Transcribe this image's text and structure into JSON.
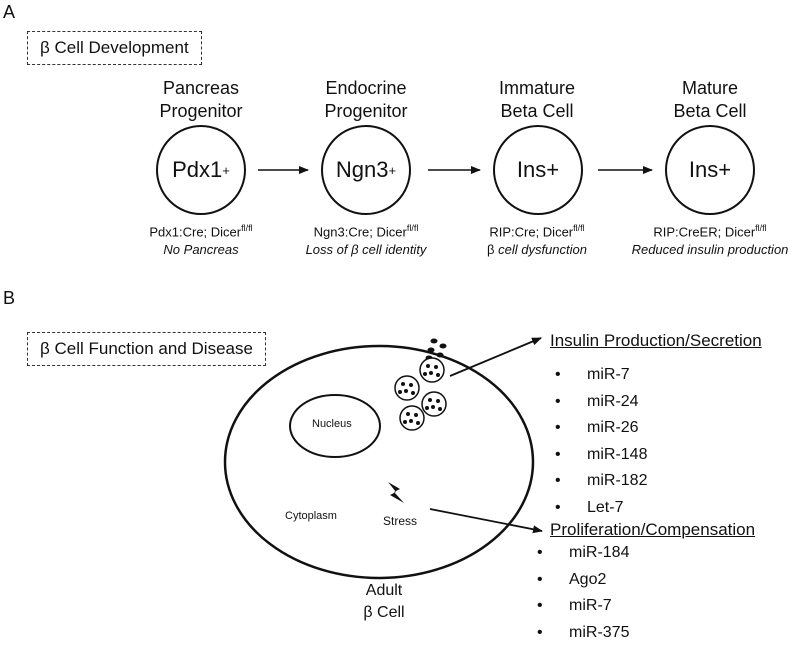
{
  "panel_a": {
    "letter": "A",
    "box_title": "β Cell Development",
    "stages": [
      {
        "title_line1": "Pancreas",
        "title_line2": "Progenitor",
        "marker": "Pdx1",
        "marker_sup": "+",
        "caption_main": "Pdx1:Cre; Dicer",
        "caption_sup": "fl/fl",
        "caption_effect": "No Pancreas",
        "effect_italic": true
      },
      {
        "title_line1": "Endocrine",
        "title_line2": "Progenitor",
        "marker": "Ngn3",
        "marker_sup": "+",
        "caption_main": "Ngn3:Cre; Dicer",
        "caption_sup": "fl/fl",
        "caption_effect": "Loss of β cell identity",
        "effect_italic": true
      },
      {
        "title_line1": "Immature",
        "title_line2": "Beta Cell",
        "marker": "Ins+",
        "marker_sup": "",
        "caption_main": "RIP:Cre; Dicer",
        "caption_sup": "fl/fl",
        "caption_effect_prefix": "β ",
        "caption_effect": "cell dysfunction",
        "effect_italic": true
      },
      {
        "title_line1": "Mature",
        "title_line2": "Beta Cell",
        "marker": "Ins+",
        "marker_sup": "",
        "caption_main": "RIP:CreER; Dicer",
        "caption_sup": "fl/fl",
        "caption_effect": "Reduced insulin production",
        "effect_italic": true
      }
    ]
  },
  "panel_b": {
    "letter": "B",
    "box_title": "β Cell Function and Disease",
    "nucleus_label": "Nucleus",
    "cytoplasm_label": "Cytoplasm",
    "stress_label": "Stress",
    "cell_label_line1": "Adult",
    "cell_label_line2": "β Cell",
    "insulin_heading": "Insulin Production/Secretion",
    "insulin_items": [
      "miR-7",
      "miR-24",
      "miR-26",
      "miR-148",
      "miR-182",
      "Let-7"
    ],
    "prolif_heading": "Proliferation/Compensation",
    "prolif_items": [
      "miR-184",
      "Ago2",
      "miR-7",
      "miR-375"
    ],
    "bullet": "•"
  }
}
